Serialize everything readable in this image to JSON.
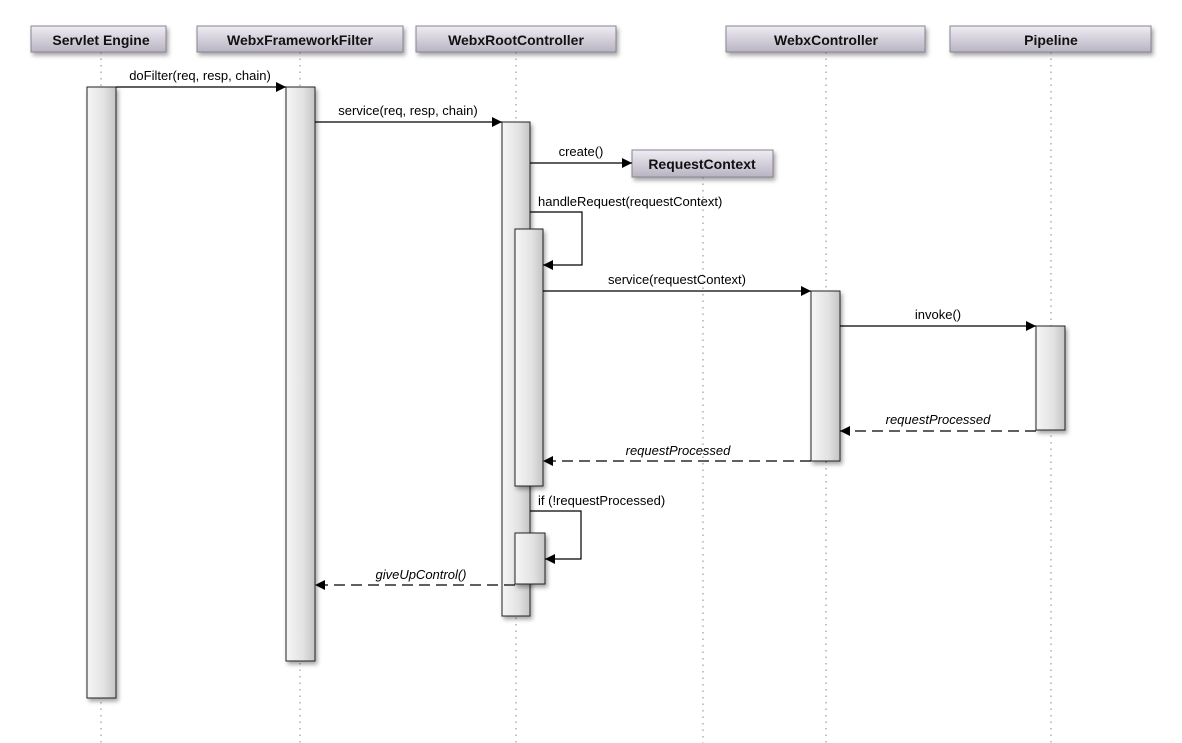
{
  "participants": [
    {
      "id": "servlet-engine",
      "label": "Servlet Engine"
    },
    {
      "id": "webx-framework-filter",
      "label": "WebxFrameworkFilter"
    },
    {
      "id": "webx-root-controller",
      "label": "WebxRootController"
    },
    {
      "id": "request-context",
      "label": "RequestContext"
    },
    {
      "id": "webx-controller",
      "label": "WebxController"
    },
    {
      "id": "pipeline",
      "label": "Pipeline"
    }
  ],
  "messages": {
    "dofilter": "doFilter(req, resp, chain)",
    "service_root": "service(req, resp, chain)",
    "create": "create()",
    "handle_request": "handleRequest(requestContext)",
    "service_controller": "service(requestContext)",
    "invoke": "invoke()",
    "request_processed_pipeline": "requestProcessed",
    "request_processed_controller": "requestProcessed",
    "if_not_processed": "if (!requestProcessed)",
    "give_up_control": "giveUpControl()"
  }
}
